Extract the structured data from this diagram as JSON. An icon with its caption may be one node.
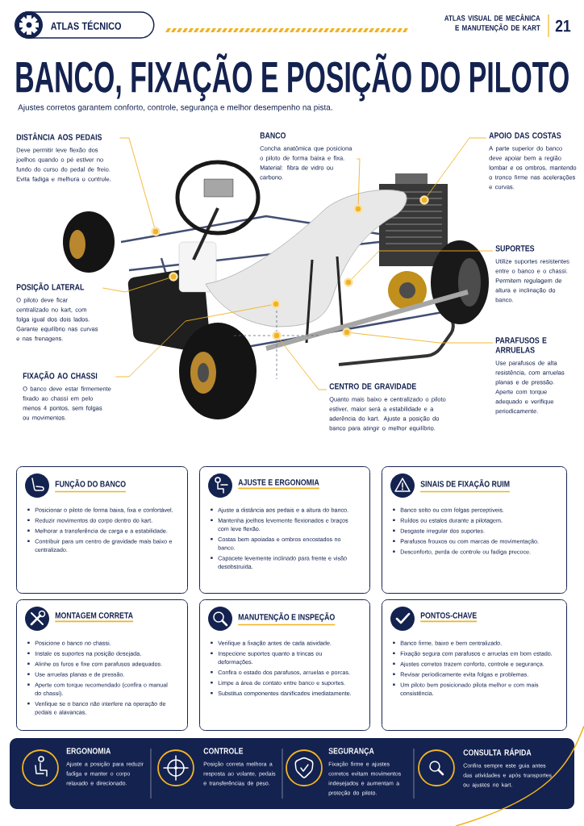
{
  "diagram": {
    "title": "BANCO, FIXAÇÃO E POSIÇÃO DO PILOTO",
    "nodes": [
      {
        "text": [
          "ATLAS TÉCNICO"
        ]
      },
      {
        "text": [
          "DISTÂNCIA AOS PEDAIS",
          "Deve permitir leve flexão dos joelhos quando o pé estiver no fundo do curso do pedal de freio. Evita fadiga e melhora o controle."
        ]
      },
      {
        "text": [
          "BANCO",
          "Concha anatômica que posiciona o piloto de forma baixa e fixa. Material: fibra de vidro ou carbono."
        ]
      },
      {
        "text": [
          "APOIO DAS COSTAS",
          "A parte superior do banco deve apoiar bem a região lombar e os ombros, mantendo o tronco firme nas acelerações e curvas."
        ]
      },
      {
        "text": [
          "SUPORTES",
          "Utilize suportes resistentes entre o banco e o chassi. Permitem regulagem de altura e inclinação do banco."
        ]
      },
      {
        "text": [
          "POSIÇÃO LATERAL",
          "O piloto deve ficar centralizado no kart, com folga igual dos dois lados. Garante equilíbrio nas curvas e nas frenagens."
        ]
      },
      {
        "text": [
          "PARAFUSOS E ARRUELAS",
          "Use parafusos de alta resistência, com arruelas planas e de pressão. Aperte com torque adequado e verifique periodicamente."
        ]
      },
      {
        "text": [
          "FIXAÇÃO AO CHASSI",
          "O banco deve estar firmemente fixado ao chassi em pelo menos 4 pontos, sem folgas ou movimentos."
        ]
      },
      {
        "text": [
          "CENTRO DE GRAVIDADE",
          "Quanto mais baixo e centralizado o piloto estiver, maior será a estabilidade e a aderência do kart. Ajuste a posição do banco para atingir o melhor equilíbrio."
        ]
      },
      {
        "text": [
          "FUNÇÃO DO BANCO",
          "Posicionar o piloto de forma baixa, fixa e confortável.",
          "Reduzir movimentos do corpo dentro do kart.",
          "Melhorar a transferência de carga e a estabilidade.",
          "Contribuir para um centro de gravidade mais baixo e centralizado."
        ]
      },
      {
        "text": [
          "AJUSTE E ERGONOMIA",
          "Ajuste a distância aos pedais e a altura do banco.",
          "Mantenha joelhos levemente flexionados e braços com leve flexão.",
          "Costas bem apoiadas e ombros encostados no banco.",
          "Capacete levemente inclinado para frente e visão desobstruída."
        ]
      },
      {
        "text": [
          "SINAIS DE FIXAÇÃO RUIM",
          "Banco solto ou com folgas perceptíveis.",
          "Ruídos ou estalos durante a pilotagem.",
          "Desgaste irregular dos suportes.",
          "Parafusos frouxos ou com marcas de movimentação.",
          "Desconforto, perda de controle ou fadiga precoce."
        ]
      },
      {
        "text": [
          "MONTAGEM CORRETA",
          "Posicione o banco no chassi.",
          "Instale os suportes na posição desejada.",
          "Alinhe os furos e fixe com parafusos adequados.",
          "Use arruelas planas e de pressão.",
          "Aperte com torque recomendado (confira o manual do chassi).",
          "Verifique se o banco não interfere na operação de pedais e alavancas."
        ]
      },
      {
        "text": [
          "MANUTENÇÃO E INSPEÇÃO",
          "Verifique a fixação antes de cada atividade.",
          "Inspecione suportes quanto a trincas ou deformações.",
          "Confira o estado dos parafusos, arruelas e porcas.",
          "Limpe a área de contato entre banco e suportes.",
          "Substitua componentes danificados imediatamente."
        ]
      },
      {
        "text": [
          "PONTOS-CHAVE",
          "Banco firme, baixo e bem centralizado.",
          "Fixação segura com parafusos e arruelas em bom estado.",
          "Ajustes corretos trazem conforto, controle e segurança.",
          "Revisar periodicamente evita folgas e problemas.",
          "Um piloto bem posicionado pilota melhor e com mais consistência."
        ]
      },
      {
        "text": [
          "ERGONOMIA",
          "Ajuste a posição para reduzir fadiga e manter o corpo relaxado e direcionado."
        ]
      },
      {
        "text": [
          "CONTROLE",
          "Posição correta melhora a resposta ao volante, pedais e transferências de peso."
        ]
      },
      {
        "text": [
          "SEGURANÇA",
          "Fixação firme e ajustes corretos evitam movimentos indesejados e aumentam a proteção do piloto."
        ]
      },
      {
        "text": [
          "CONSULTA RÁPIDA",
          "Confira sempre este guia antes das atividades e após transportes ou ajustes no kart."
        ]
      },
      {
        "text": [],
        "shape": "circle"
      },
      {
        "text": [],
        "shape": "circle"
      },
      {
        "text": [],
        "shape": "circle"
      },
      {
        "text": [],
        "shape": "circle"
      },
      {
        "text": [],
        "shape": "circle"
      },
      {
        "text": [],
        "shape": "circle"
      },
      {
        "text": [],
        "shape": "circle"
      },
      {
        "text": [],
        "shape": "circle"
      }
    ],
    "edges": [
      {
        "from": 1,
        "to": 19,
        "arrow": "none"
      },
      {
        "from": 2,
        "to": 25,
        "arrow": "none"
      },
      {
        "from": 3,
        "to": 26,
        "arrow": "none"
      },
      {
        "from": 4,
        "to": 24,
        "arrow": "none"
      },
      {
        "from": 5,
        "to": 20,
        "arrow": "none"
      },
      {
        "from": 6,
        "to": 23,
        "arrow": "none"
      },
      {
        "from": 7,
        "to": 21,
        "arrow": "none"
      },
      {
        "from": 8,
        "to": 22,
        "arrow": "none"
      }
    ],
    "labels": [
      "ATLAS VISUAL DE MECÂNICA E MANUTENÇÃO DE KART",
      "21",
      "Ajustes corretos garantem conforto, controle, segurança e melhor desempenho na pista."
    ]
  }
}
